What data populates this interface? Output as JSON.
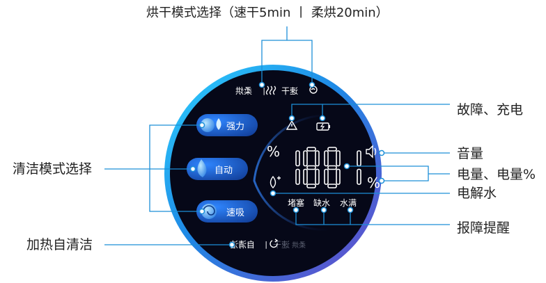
{
  "callouts": {
    "dry_mode": "烘干模式选择（速干5min  丨  柔烘20min）",
    "fault_charge": "故障、充电",
    "volume": "音量",
    "battery": "电量、电量%",
    "electrolyte": "电解水",
    "alert": "报障提醒",
    "clean_mode": "清洁模式选择",
    "self_clean": "加热自清洁"
  },
  "display": {
    "top_row": {
      "quick_dry": "速干",
      "soft_dry": "柔烘",
      "separator": "|"
    },
    "bottom_row": {
      "self_clean": "自清洁",
      "separator": "|",
      "dry": "速干",
      "dim_tag": "柔烘"
    },
    "mode_buttons": [
      "强力",
      "自动",
      "速吸"
    ],
    "digits": "1881",
    "percent_left": "%",
    "percent_right": "%",
    "status_labels": [
      "堵塞",
      "缺水",
      "水满"
    ]
  },
  "colors": {
    "ring_start": "#35c0f5",
    "ring_end": "#6a4bc9",
    "panel_bg": "#070a18",
    "ui_text": "#ffffff",
    "leader_line": "#1c8fd8",
    "mode_button": "#1f6fe0"
  }
}
